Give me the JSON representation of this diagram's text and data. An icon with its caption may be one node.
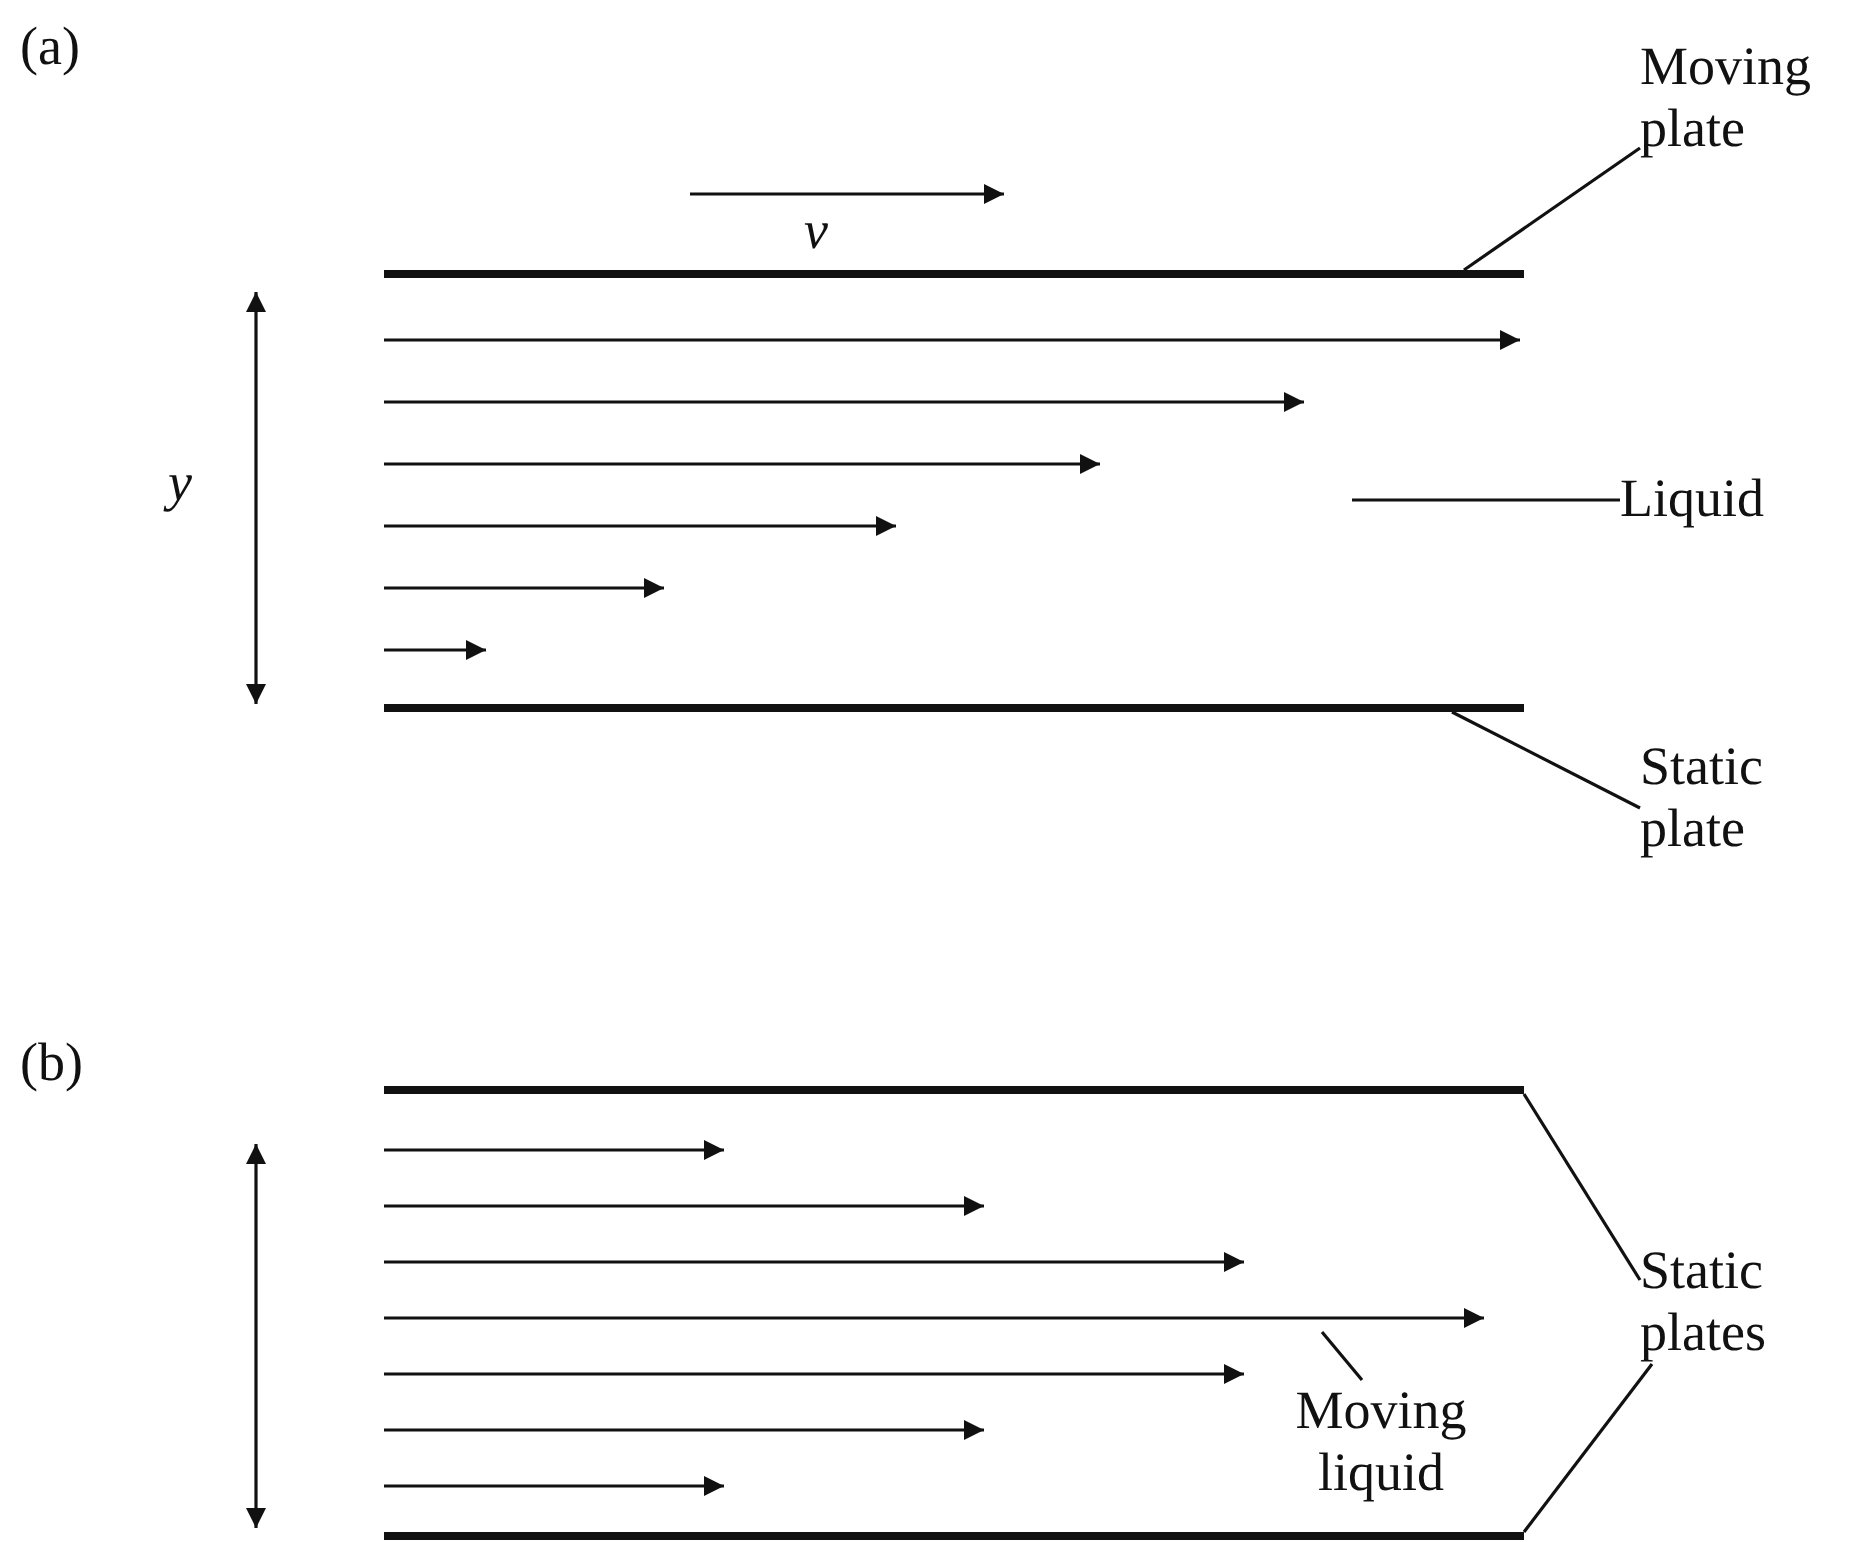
{
  "diagram": {
    "nodes": [
      {
        "text": [
          "Moving plate"
        ]
      },
      {
        "text": [],
        "shape": "bar"
      },
      {
        "text": [
          "Liquid"
        ]
      },
      {
        "text": [
          "Static plate"
        ]
      },
      {
        "text": [],
        "shape": "bar"
      },
      {
        "text": [
          "Static plates"
        ]
      },
      {
        "text": [],
        "shape": "bar"
      },
      {
        "text": [],
        "shape": "bar"
      },
      {
        "text": [
          "Moving liquid"
        ]
      }
    ],
    "edges": [
      {
        "from": 0,
        "to": 1,
        "arrow": "none"
      },
      {
        "from": 2,
        "to": null,
        "arrow": "none"
      },
      {
        "from": 3,
        "to": 4,
        "arrow": "none"
      },
      {
        "from": 5,
        "to": 6,
        "arrow": "none"
      },
      {
        "from": 5,
        "to": 7,
        "arrow": "none"
      },
      {
        "from": 8,
        "to": null,
        "arrow": "none"
      }
    ],
    "labels": [
      "(a)",
      "v",
      "y",
      "(b)"
    ]
  }
}
